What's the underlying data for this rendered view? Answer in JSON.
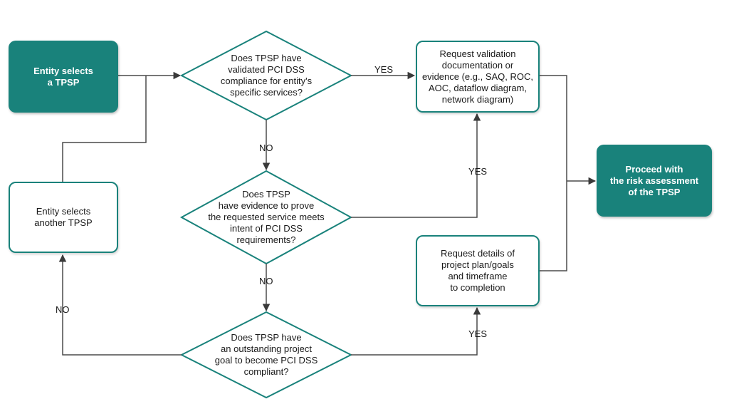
{
  "boxes": {
    "entity_selects": "Entity selects\na TPSP",
    "entity_selects_another": "Entity selects\nanother TPSP",
    "request_validation": "Request validation\ndocumentation or\nevidence (e.g., SAQ, ROC,\nAOC, dataflow diagram,\nnetwork diagram)",
    "request_details": "Request details of\nproject plan/goals\nand timeframe\nto completion",
    "proceed": "Proceed with\nthe risk assessment\nof the TPSP"
  },
  "decisions": {
    "validated": "Does TPSP have\nvalidated PCI DSS\ncompliance for entity's\nspecific services?",
    "evidence": "Does TPSP\nhave evidence to prove\nthe requested service meets\nintent of PCI DSS\nrequirements?",
    "outstanding": "Does TPSP have\nan outstanding project\ngoal to become PCI DSS\ncompliant?"
  },
  "edges": {
    "yes_1": "YES",
    "no_1": "NO",
    "yes_2": "YES",
    "no_2": "NO",
    "yes_3": "YES",
    "no_3": "NO"
  },
  "colors": {
    "teal": "#19827b",
    "line": "#4a4a4a"
  }
}
